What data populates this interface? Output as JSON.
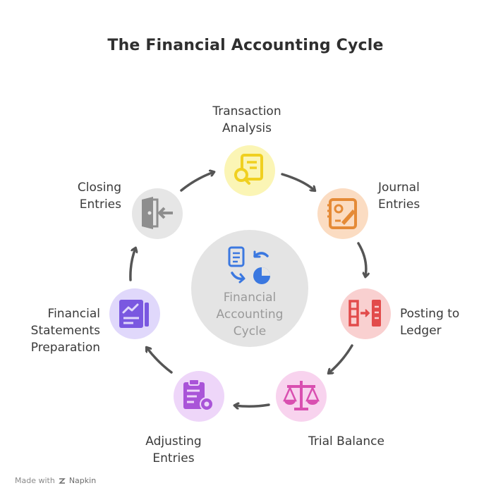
{
  "title": "The Financial Accounting Cycle",
  "center": {
    "label_lines": [
      "Financial",
      "Accounting",
      "Cycle"
    ],
    "icon": "cycle-documents-icon"
  },
  "steps": [
    {
      "lines": [
        "Transaction",
        "Analysis"
      ],
      "icon": "search-document-icon",
      "color": "#f5e04a",
      "bg": "#fbf5b5"
    },
    {
      "lines": [
        "Journal",
        "Entries"
      ],
      "icon": "journal-edit-icon",
      "color": "#e58a36",
      "bg": "#fbdcc2"
    },
    {
      "lines": [
        "Posting to",
        "Ledger"
      ],
      "icon": "ledger-transfer-icon",
      "color": "#e24b4b",
      "bg": "#f9d0d0"
    },
    {
      "lines": [
        "Trial Balance"
      ],
      "icon": "balance-scale-icon",
      "color": "#d94fb0",
      "bg": "#f8d3ee"
    },
    {
      "lines": [
        "Adjusting",
        "Entries"
      ],
      "icon": "clipboard-settings-icon",
      "color": "#a954d8",
      "bg": "#eed6f9"
    },
    {
      "lines": [
        "Financial",
        "Statements",
        "Preparation"
      ],
      "icon": "report-chart-icon",
      "color": "#7a58e0",
      "bg": "#e0d8fb"
    },
    {
      "lines": [
        "Closing",
        "Entries"
      ],
      "icon": "door-exit-icon",
      "color": "#8e8e8e",
      "bg": "#e6e6e6"
    }
  ],
  "footer": {
    "made_with": "Made with",
    "brand": "Napkin"
  }
}
